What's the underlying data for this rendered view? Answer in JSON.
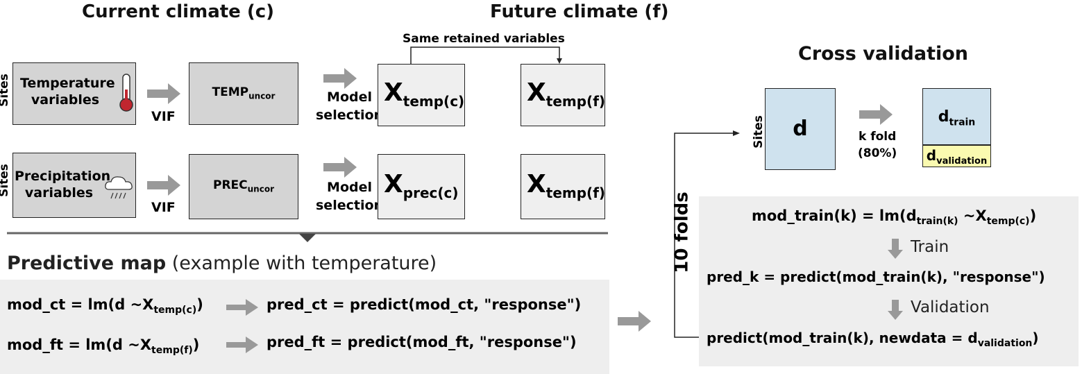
{
  "headings": {
    "current": "Current climate (c)",
    "future": "Future climate (f)",
    "cross_validation": "Cross validation",
    "same_retained": "Same retained variables"
  },
  "sites_label": "Sites",
  "rows": [
    {
      "input": [
        "Temperature",
        "variables"
      ],
      "vif": "VIF",
      "uncor_main": "TEMP",
      "uncor_sub": "uncor",
      "model_selection": [
        "Model",
        "selection"
      ],
      "xc_main": "X",
      "xc_sub": "temp(c)",
      "xf_main": "X",
      "xf_sub": "temp(f)"
    },
    {
      "input": [
        "Precipitation",
        "variables"
      ],
      "vif": "VIF",
      "uncor_main": "PREC",
      "uncor_sub": "uncor",
      "model_selection": [
        "Model",
        "selection"
      ],
      "xc_main": "X",
      "xc_sub": "prec(c)",
      "xf_main": "X",
      "xf_sub": "temp(f)"
    }
  ],
  "predictive": {
    "title_bold": "Predictive map",
    "title_rest": " (example with temperature)",
    "line1_left": "mod_ct = lm(d ~X",
    "line1_sub": "temp(c)",
    "line1_close": ")",
    "line1_right": "pred_ct = predict(mod_ct, \"response\")",
    "line2_left": "mod_ft = lm(d ~X",
    "line2_sub": "temp(f)",
    "line2_close": ")",
    "line2_right": "pred_ft = predict(mod_ft, \"response\")"
  },
  "cv": {
    "d": "d",
    "kfold": [
      "k fold",
      "(80%)"
    ],
    "dtrain_main": "d",
    "dtrain_sub": "train",
    "dval_main": "d",
    "dval_sub": "validation",
    "folds": "10 folds",
    "line1_a": "mod_train(k) = lm(d",
    "line1_sub1": "train(k)",
    "line1_b": " ~X",
    "line1_sub2": "temp(c)",
    "line1_c": ")",
    "train_label": "Train",
    "line2": "pred_k = predict(mod_train(k), \"response\")",
    "validation_label": "Validation",
    "line3_a": "predict(mod_train(k), newdata = d",
    "line3_sub": "validation",
    "line3_b": ")"
  },
  "colors": {
    "arrow_gray": "#999999",
    "box_dark": "#d4d4d4",
    "box_light": "#efefef",
    "box_blue": "#cfe2ee",
    "box_yellow": "#fafab0",
    "panel": "#eeeeee"
  },
  "icons": [
    "thermometer-icon",
    "rain-cloud-icon"
  ]
}
